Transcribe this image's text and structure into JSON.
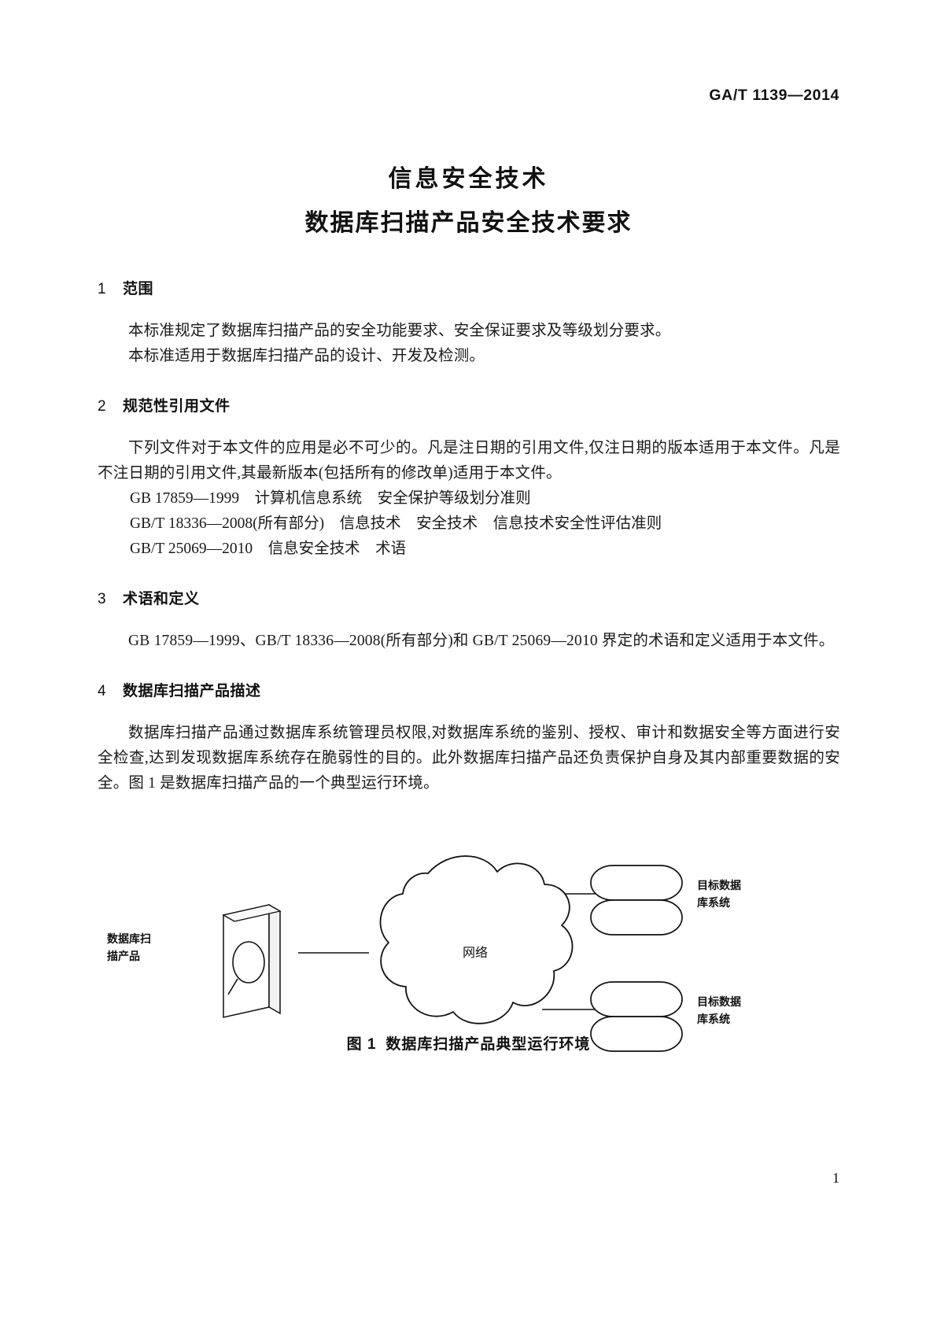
{
  "header": {
    "standard_number": "GA/T  1139—2014"
  },
  "title": {
    "line1": "信息安全技术",
    "line2": "数据库扫描产品安全技术要求"
  },
  "sections": [
    {
      "number": "1",
      "heading": "范围",
      "paragraphs": [
        "本标准规定了数据库扫描产品的安全功能要求、安全保证要求及等级划分要求。",
        "本标准适用于数据库扫描产品的设计、开发及检测。"
      ]
    },
    {
      "number": "2",
      "heading": "规范性引用文件",
      "paragraphs": [
        "下列文件对于本文件的应用是必不可少的。凡是注日期的引用文件,仅注日期的版本适用于本文件。凡是不注日期的引用文件,其最新版本(包括所有的修改单)适用于本文件。"
      ],
      "references": [
        "GB 17859—1999　计算机信息系统　安全保护等级划分准则",
        "GB/T 18336—2008(所有部分)　信息技术　安全技术　信息技术安全性评估准则",
        "GB/T 25069—2010　信息安全技术　术语"
      ]
    },
    {
      "number": "3",
      "heading": "术语和定义",
      "paragraphs": [
        "GB 17859—1999、GB/T 18336—2008(所有部分)和 GB/T 25069—2010 界定的术语和定义适用于本文件。"
      ]
    },
    {
      "number": "4",
      "heading": "数据库扫描产品描述",
      "paragraphs": [
        "数据库扫描产品通过数据库系统管理员权限,对数据库系统的鉴别、授权、审计和数据安全等方面进行安全检查,达到发现数据库系统存在脆弱性的目的。此外数据库扫描产品还负责保护自身及其内部重要数据的安全。图 1 是数据库扫描产品的一个典型运行环境。"
      ]
    }
  ],
  "figure": {
    "caption_number": "图 1",
    "caption_text": "数据库扫描产品典型运行环境",
    "nodes": {
      "scanner_label_line1": "数据库扫",
      "scanner_label_line2": "描产品",
      "network_label": "网络",
      "target1_line1": "目标数据",
      "target1_line2": "库系统",
      "target2_line1": "目标数据",
      "target2_line2": "库系统"
    }
  },
  "footer": {
    "page_number": "1"
  }
}
